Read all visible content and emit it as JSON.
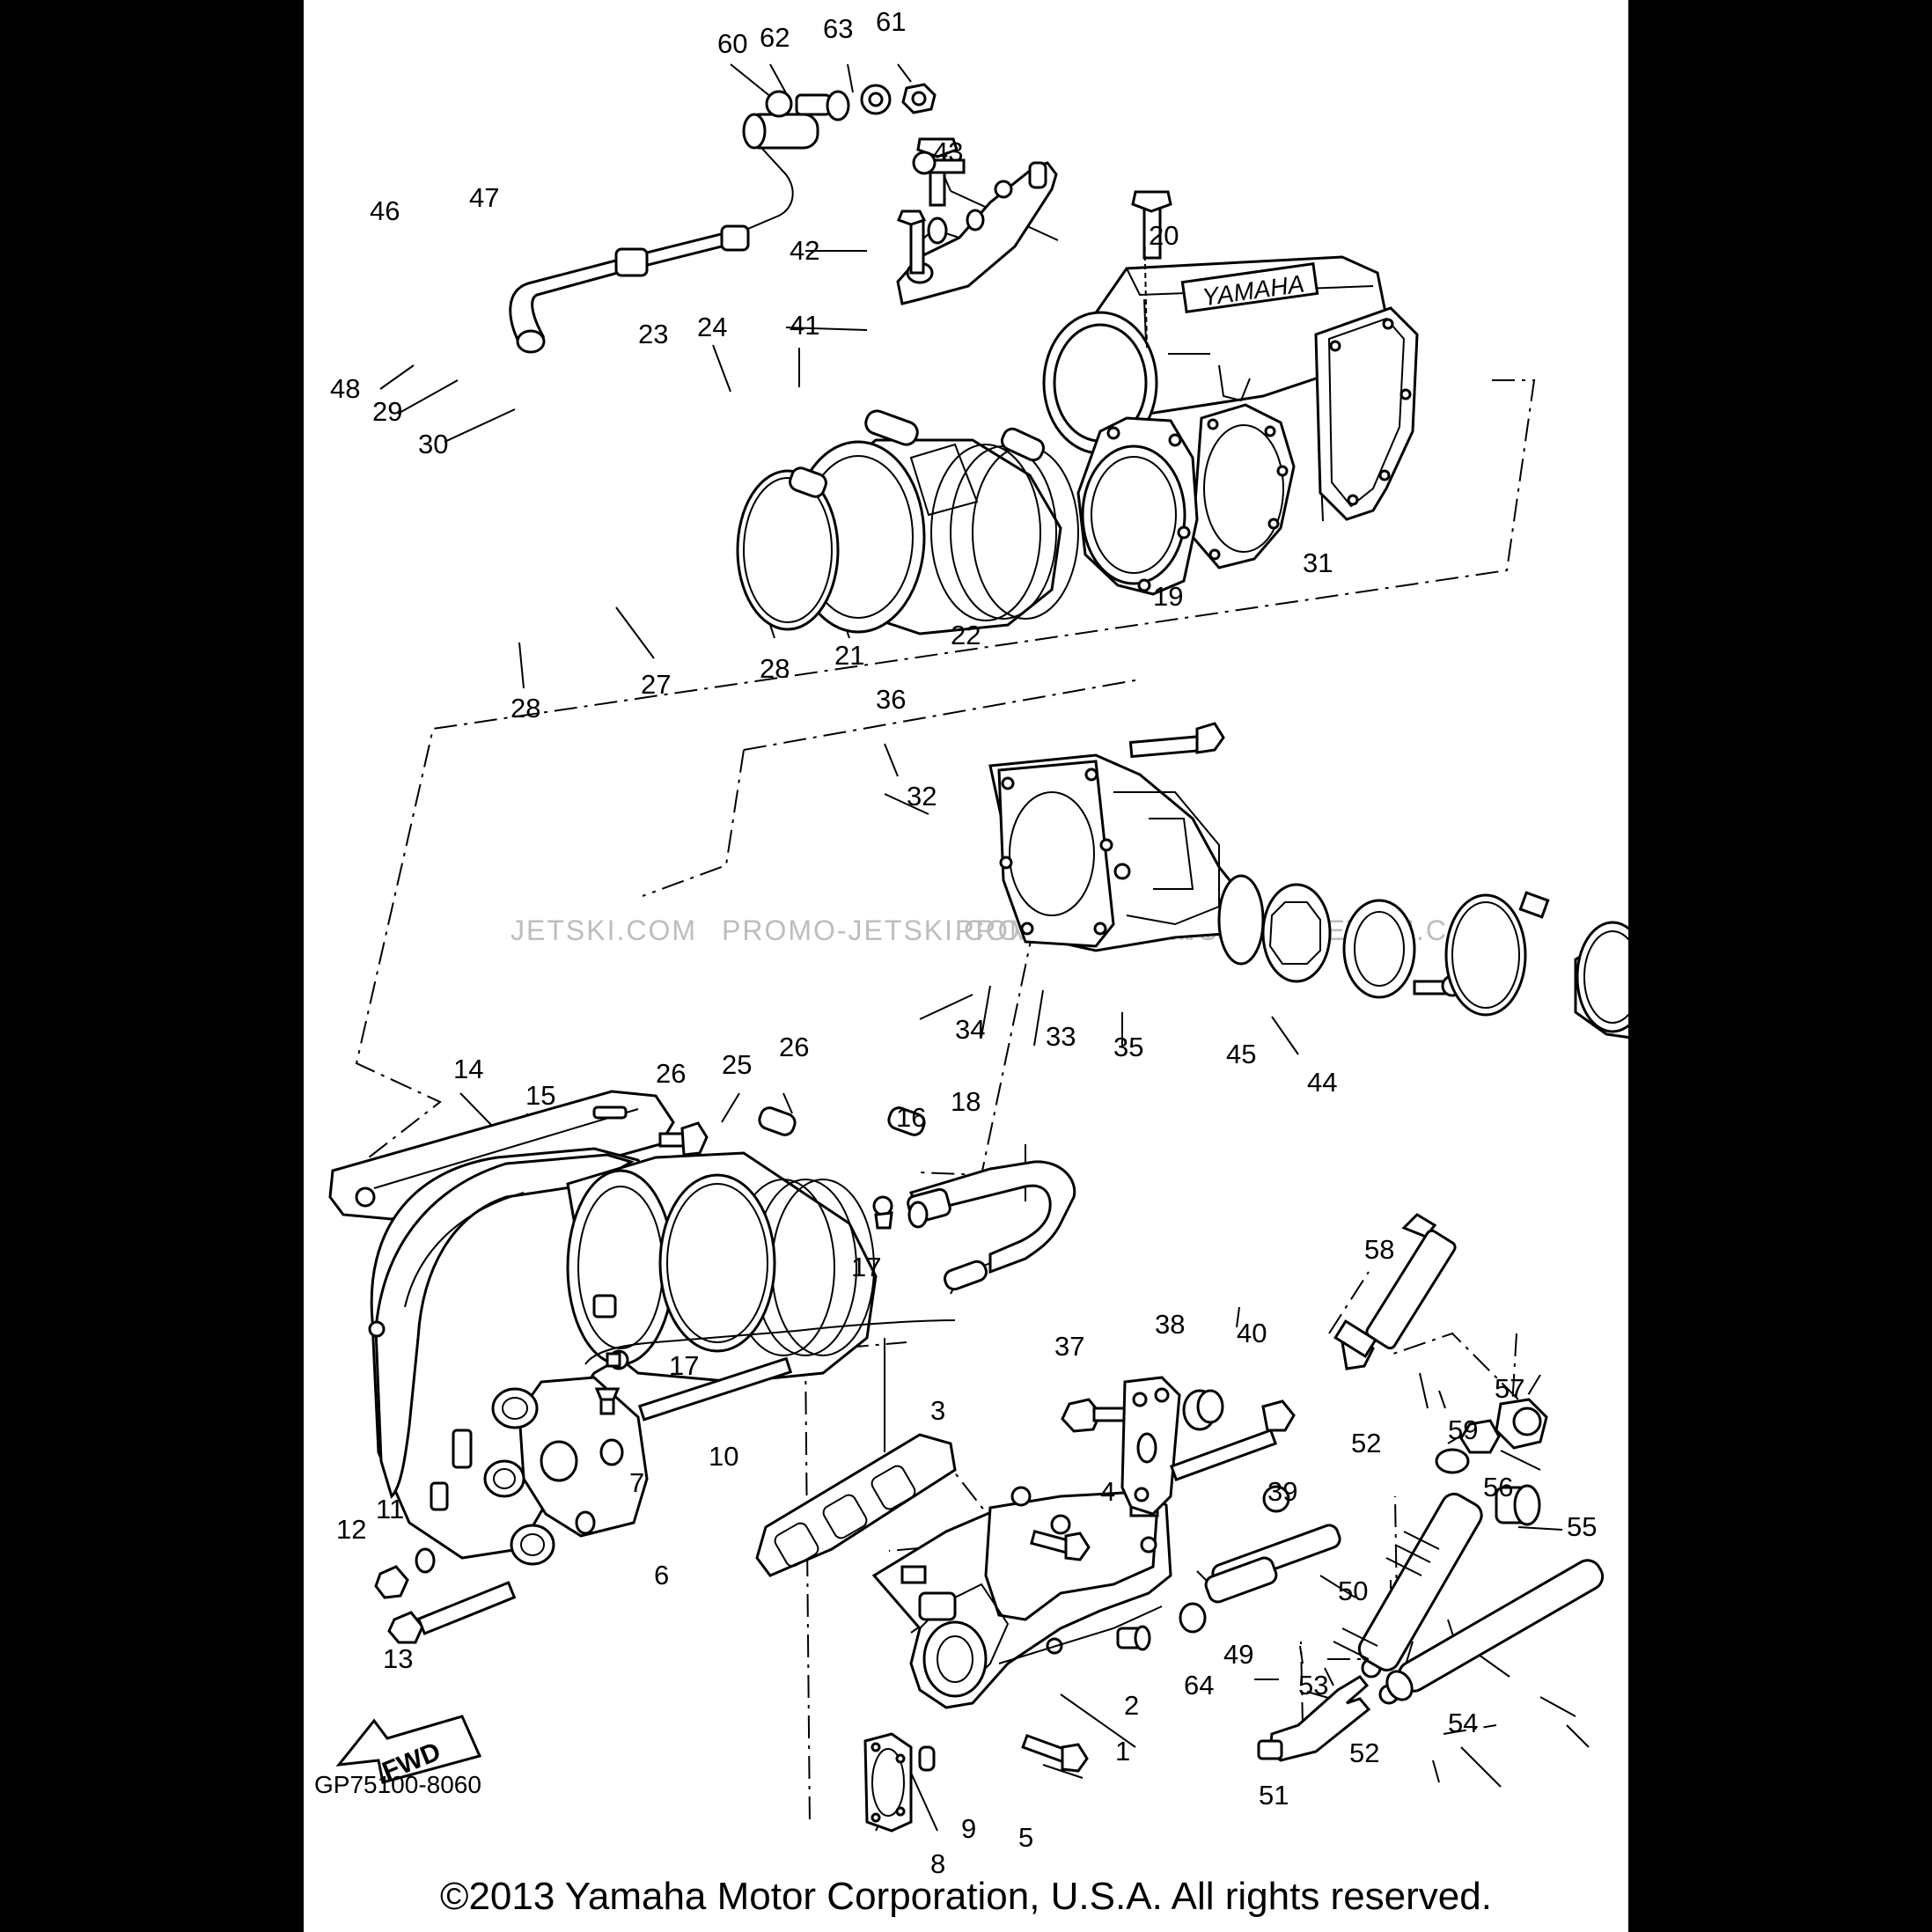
{
  "diagram": {
    "ref_code": "GP75100-8060",
    "copyright": "©2013 Yamaha Motor Corporation, U.S.A. All rights reserved.",
    "brand_mark": "YAMAHA",
    "direction_arrow": "FWD",
    "watermarks": [
      "JETSKI.COM",
      "PROMO-JETSKI.COM",
      "PROMO-JETSKI.COM",
      "PROMO-JETSKI.COM"
    ],
    "part_labels": [
      "60",
      "62",
      "63",
      "61",
      "43",
      "46",
      "47",
      "42",
      "20",
      "41",
      "23",
      "24",
      "48",
      "29",
      "30",
      "31",
      "19",
      "21",
      "22",
      "27",
      "28",
      "28",
      "36",
      "32",
      "34",
      "33",
      "35",
      "45",
      "44",
      "14",
      "15",
      "26",
      "25",
      "26",
      "16",
      "18",
      "17",
      "17",
      "58",
      "37",
      "38",
      "40",
      "10",
      "3",
      "7",
      "12",
      "11",
      "6",
      "4",
      "39",
      "52",
      "57",
      "59",
      "56",
      "55",
      "13",
      "50",
      "49",
      "64",
      "53",
      "2",
      "54",
      "52",
      "1",
      "9",
      "5",
      "51",
      "8"
    ]
  }
}
